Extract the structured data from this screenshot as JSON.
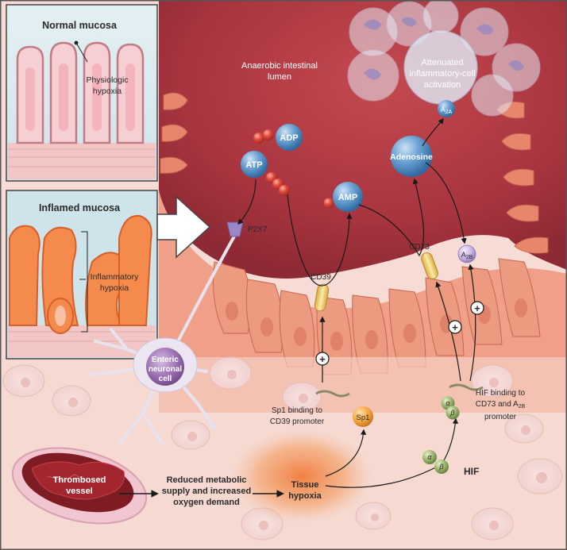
{
  "panels": {
    "normal": {
      "title": "Normal mucosa",
      "label_line1": "Physiologic",
      "label_line2": "hypoxia"
    },
    "inflamed": {
      "title": "Inflamed mucosa",
      "label_line1": "Inflammatory",
      "label_line2": "hypoxia"
    }
  },
  "lumen": {
    "line1": "Anaerobic intestinal",
    "line2": "lumen"
  },
  "attenuated": {
    "line1": "Attenuated",
    "line2": "inflammatory-cell",
    "line3": "activation"
  },
  "molecules": {
    "atp": "ATP",
    "adp": "ADP",
    "amp": "AMP",
    "adenosine": "Adenosine"
  },
  "receptors": {
    "p2x7": "P2X7",
    "cd39": "CD39",
    "cd73": "CD73",
    "a2a": {
      "base": "A",
      "sub": "2A"
    },
    "a2b": {
      "base": "A",
      "sub": "2B"
    }
  },
  "neuron": {
    "line1": "Enteric",
    "line2": "neuronal",
    "line3": "cell"
  },
  "sp1": {
    "name": "Sp1",
    "line1": "Sp1 binding to",
    "line2": "CD39 promoter"
  },
  "hif": {
    "name": "HIF",
    "alpha": "α",
    "beta": "β",
    "line1": "HIF binding to",
    "line2": "CD73 and A",
    "line2_sub": "2B",
    "line3": "promoter"
  },
  "flow": {
    "vessel_line1": "Thrombosed",
    "vessel_line2": "vessel",
    "reduced_line1": "Reduced metabolic",
    "reduced_line2": "supply and increased",
    "reduced_line3": "oxygen demand",
    "tissue_line1": "Tissue",
    "tissue_line2": "hypoxia"
  },
  "plus_symbol": "+",
  "colors": {
    "lumen": "#a8343f",
    "mucosa": "#f0a088",
    "cells": "#e89478",
    "submucosa": "#f6d8d0",
    "panel_bg": "#cfe4ea",
    "molecule_blue": "#4f8cc0",
    "red_sphere": "#d63c32",
    "cd_yellow": "#f2d27a",
    "sp1_orange": "#f4a640",
    "hif_green": "#9ab46c",
    "neuron_purple": "#9a6fb0"
  }
}
